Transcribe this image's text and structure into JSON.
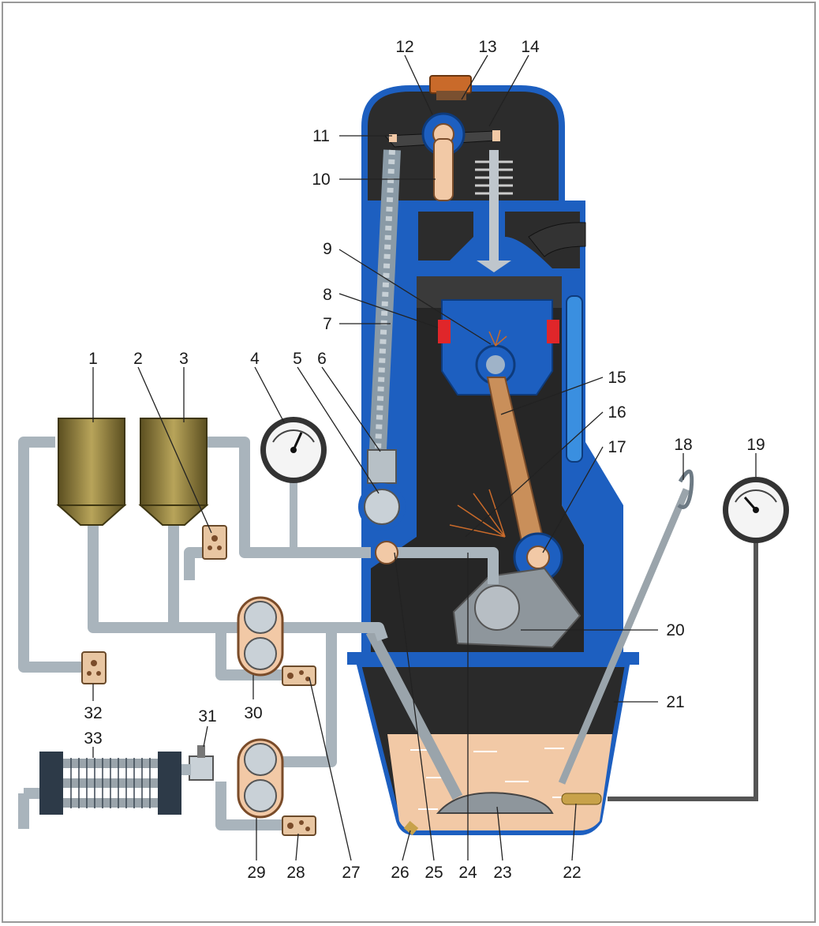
{
  "labels": {
    "l1": "1",
    "l2": "2",
    "l3": "3",
    "l4": "4",
    "l5": "5",
    "l6": "6",
    "l7": "7",
    "l8": "8",
    "l9": "9",
    "l10": "10",
    "l11": "11",
    "l12": "12",
    "l13": "13",
    "l14": "14",
    "l15": "15",
    "l16": "16",
    "l17": "17",
    "l18": "18",
    "l19": "19",
    "l20": "20",
    "l21": "21",
    "l22": "22",
    "l23": "23",
    "l24": "24",
    "l25": "25",
    "l26": "26",
    "l27": "27",
    "l28": "28",
    "l29": "29",
    "l30": "30",
    "l31": "31",
    "l32": "32",
    "l33": "33"
  },
  "colors": {
    "engine_blue": "#1d5fc0",
    "engine_dark": "#2a2a2a",
    "oil": "#f2c9a6",
    "pipe": "#a9b4bc",
    "filter": "#8a7a3a",
    "gauge_face": "#f4f4f4"
  }
}
